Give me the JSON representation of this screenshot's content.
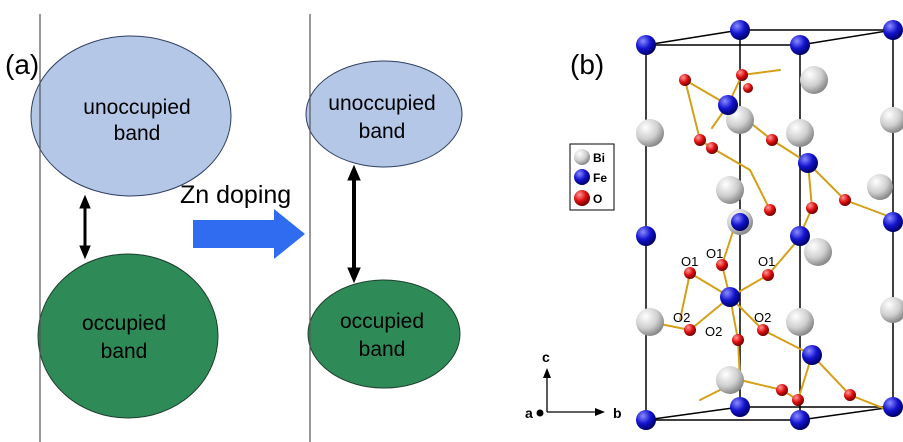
{
  "panel_a": {
    "label": "(a)",
    "unoccupied_line1": "unoccupied",
    "unoccupied_line2": "band",
    "occupied_line1": "occupied",
    "occupied_line2": "band",
    "doping_text": "Zn doping",
    "colors": {
      "unoccupied": "#b4c7e7",
      "occupied": "#2e8b57",
      "arrow": "#2f6cf0"
    }
  },
  "panel_b": {
    "label": "(b)",
    "legend": [
      {
        "label": "Bi",
        "color": "#c8c8c8"
      },
      {
        "label": "Fe",
        "color": "#1010c8"
      },
      {
        "label": "O",
        "color": "#e01010"
      }
    ],
    "atom_labels": [
      "O1",
      "O1",
      "O1",
      "O2",
      "O2",
      "O2"
    ],
    "axes": {
      "c": "c",
      "a": "a",
      "b": "b"
    },
    "colors": {
      "bond": "#d4a017",
      "cell": "#000000"
    }
  }
}
